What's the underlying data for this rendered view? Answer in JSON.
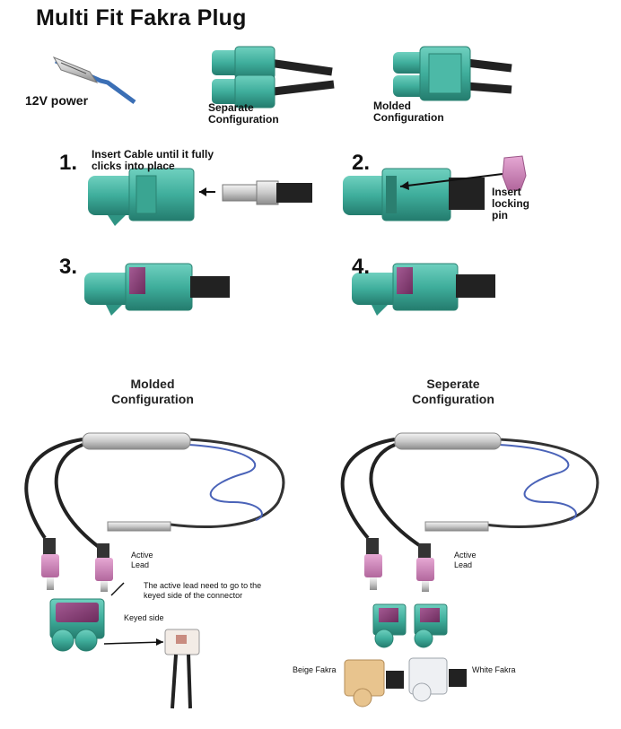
{
  "title": "Multi Fit Fakra Plug",
  "top": {
    "power_label": "12V power",
    "separate_label_1": "Separate",
    "separate_label_2": "Configuration",
    "molded_label_1": "Molded",
    "molded_label_2": "Configuration"
  },
  "steps": {
    "step1_num": "1.",
    "step1_text_1": "Insert Cable until it fully",
    "step1_text_2": "clicks into place",
    "step2_num": "2.",
    "step2_text_1": "Insert",
    "step2_text_2": "locking",
    "step2_text_3": "pin",
    "step3_num": "3.",
    "step4_num": "4."
  },
  "molded": {
    "heading_1": "Molded",
    "heading_2": "Configuration",
    "active_1": "Active",
    "active_2": "Lead",
    "note_1": "The active lead need to go to the",
    "note_2": "keyed side of the connector",
    "keyed": "Keyed side"
  },
  "seperate": {
    "heading_1": "Seperate",
    "heading_2": "Configuration",
    "active_1": "Active",
    "active_2": "Lead",
    "beige": "Beige Fakra",
    "white": "White Fakra"
  },
  "colors": {
    "fakra_teal": "#3fae9c",
    "pin_purple": "#8a3f78",
    "cable": "#2a2a2a",
    "blue_wire": "#4a63b8"
  }
}
